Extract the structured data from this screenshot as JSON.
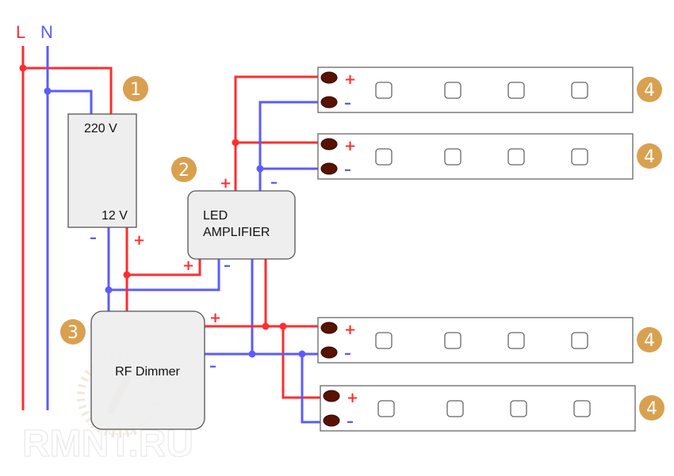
{
  "diagram": {
    "title": "RGB/LED strip wiring with RF dimmer and LED amplifier",
    "mains": {
      "line_label": "L",
      "neutral_label": "N"
    },
    "components": [
      {
        "id": "psu",
        "badge": "1",
        "input_label": "220 V",
        "output_label": "12 V"
      },
      {
        "id": "amplifier",
        "badge": "2",
        "label_line1": "LED",
        "label_line2": "AMPLIFIER"
      },
      {
        "id": "dimmer",
        "badge": "3",
        "label": "RF Dimmer"
      },
      {
        "id": "strip",
        "badge": "4"
      }
    ],
    "polarity": {
      "plus": "+",
      "minus": "–"
    },
    "strips": [
      {
        "badge": "4",
        "plus": "+",
        "minus": "–"
      },
      {
        "badge": "4",
        "plus": "+",
        "minus": "–"
      },
      {
        "badge": "4",
        "plus": "+",
        "minus": "–"
      },
      {
        "badge": "4",
        "plus": "+",
        "minus": "–"
      }
    ],
    "colors": {
      "positive_wire": "#ff2d2d",
      "negative_wire": "#5b5bff",
      "badge": "#d9a04f",
      "terminal": "#5a1200"
    },
    "watermark": "RMNT.RU"
  }
}
